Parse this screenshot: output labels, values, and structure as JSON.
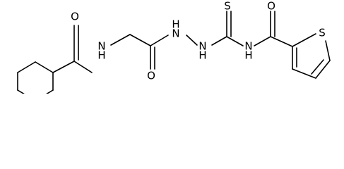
{
  "molecule": {
    "atoms": {
      "o_cyclohexyl_amide": "O",
      "n_cyclohexyl_amide": "N",
      "h_cyclohexyl_amide": "H",
      "o_glycyl_carbonyl": "O",
      "n_hydrazide_1": "N",
      "h_hydrazide_1": "H",
      "n_hydrazide_2": "N",
      "h_hydrazide_2": "H",
      "s_thiocarbonyl": "S",
      "n_thioamide": "N",
      "h_thioamide": "H",
      "o_thiophene_amide": "O",
      "s_thiophene": "S"
    }
  }
}
